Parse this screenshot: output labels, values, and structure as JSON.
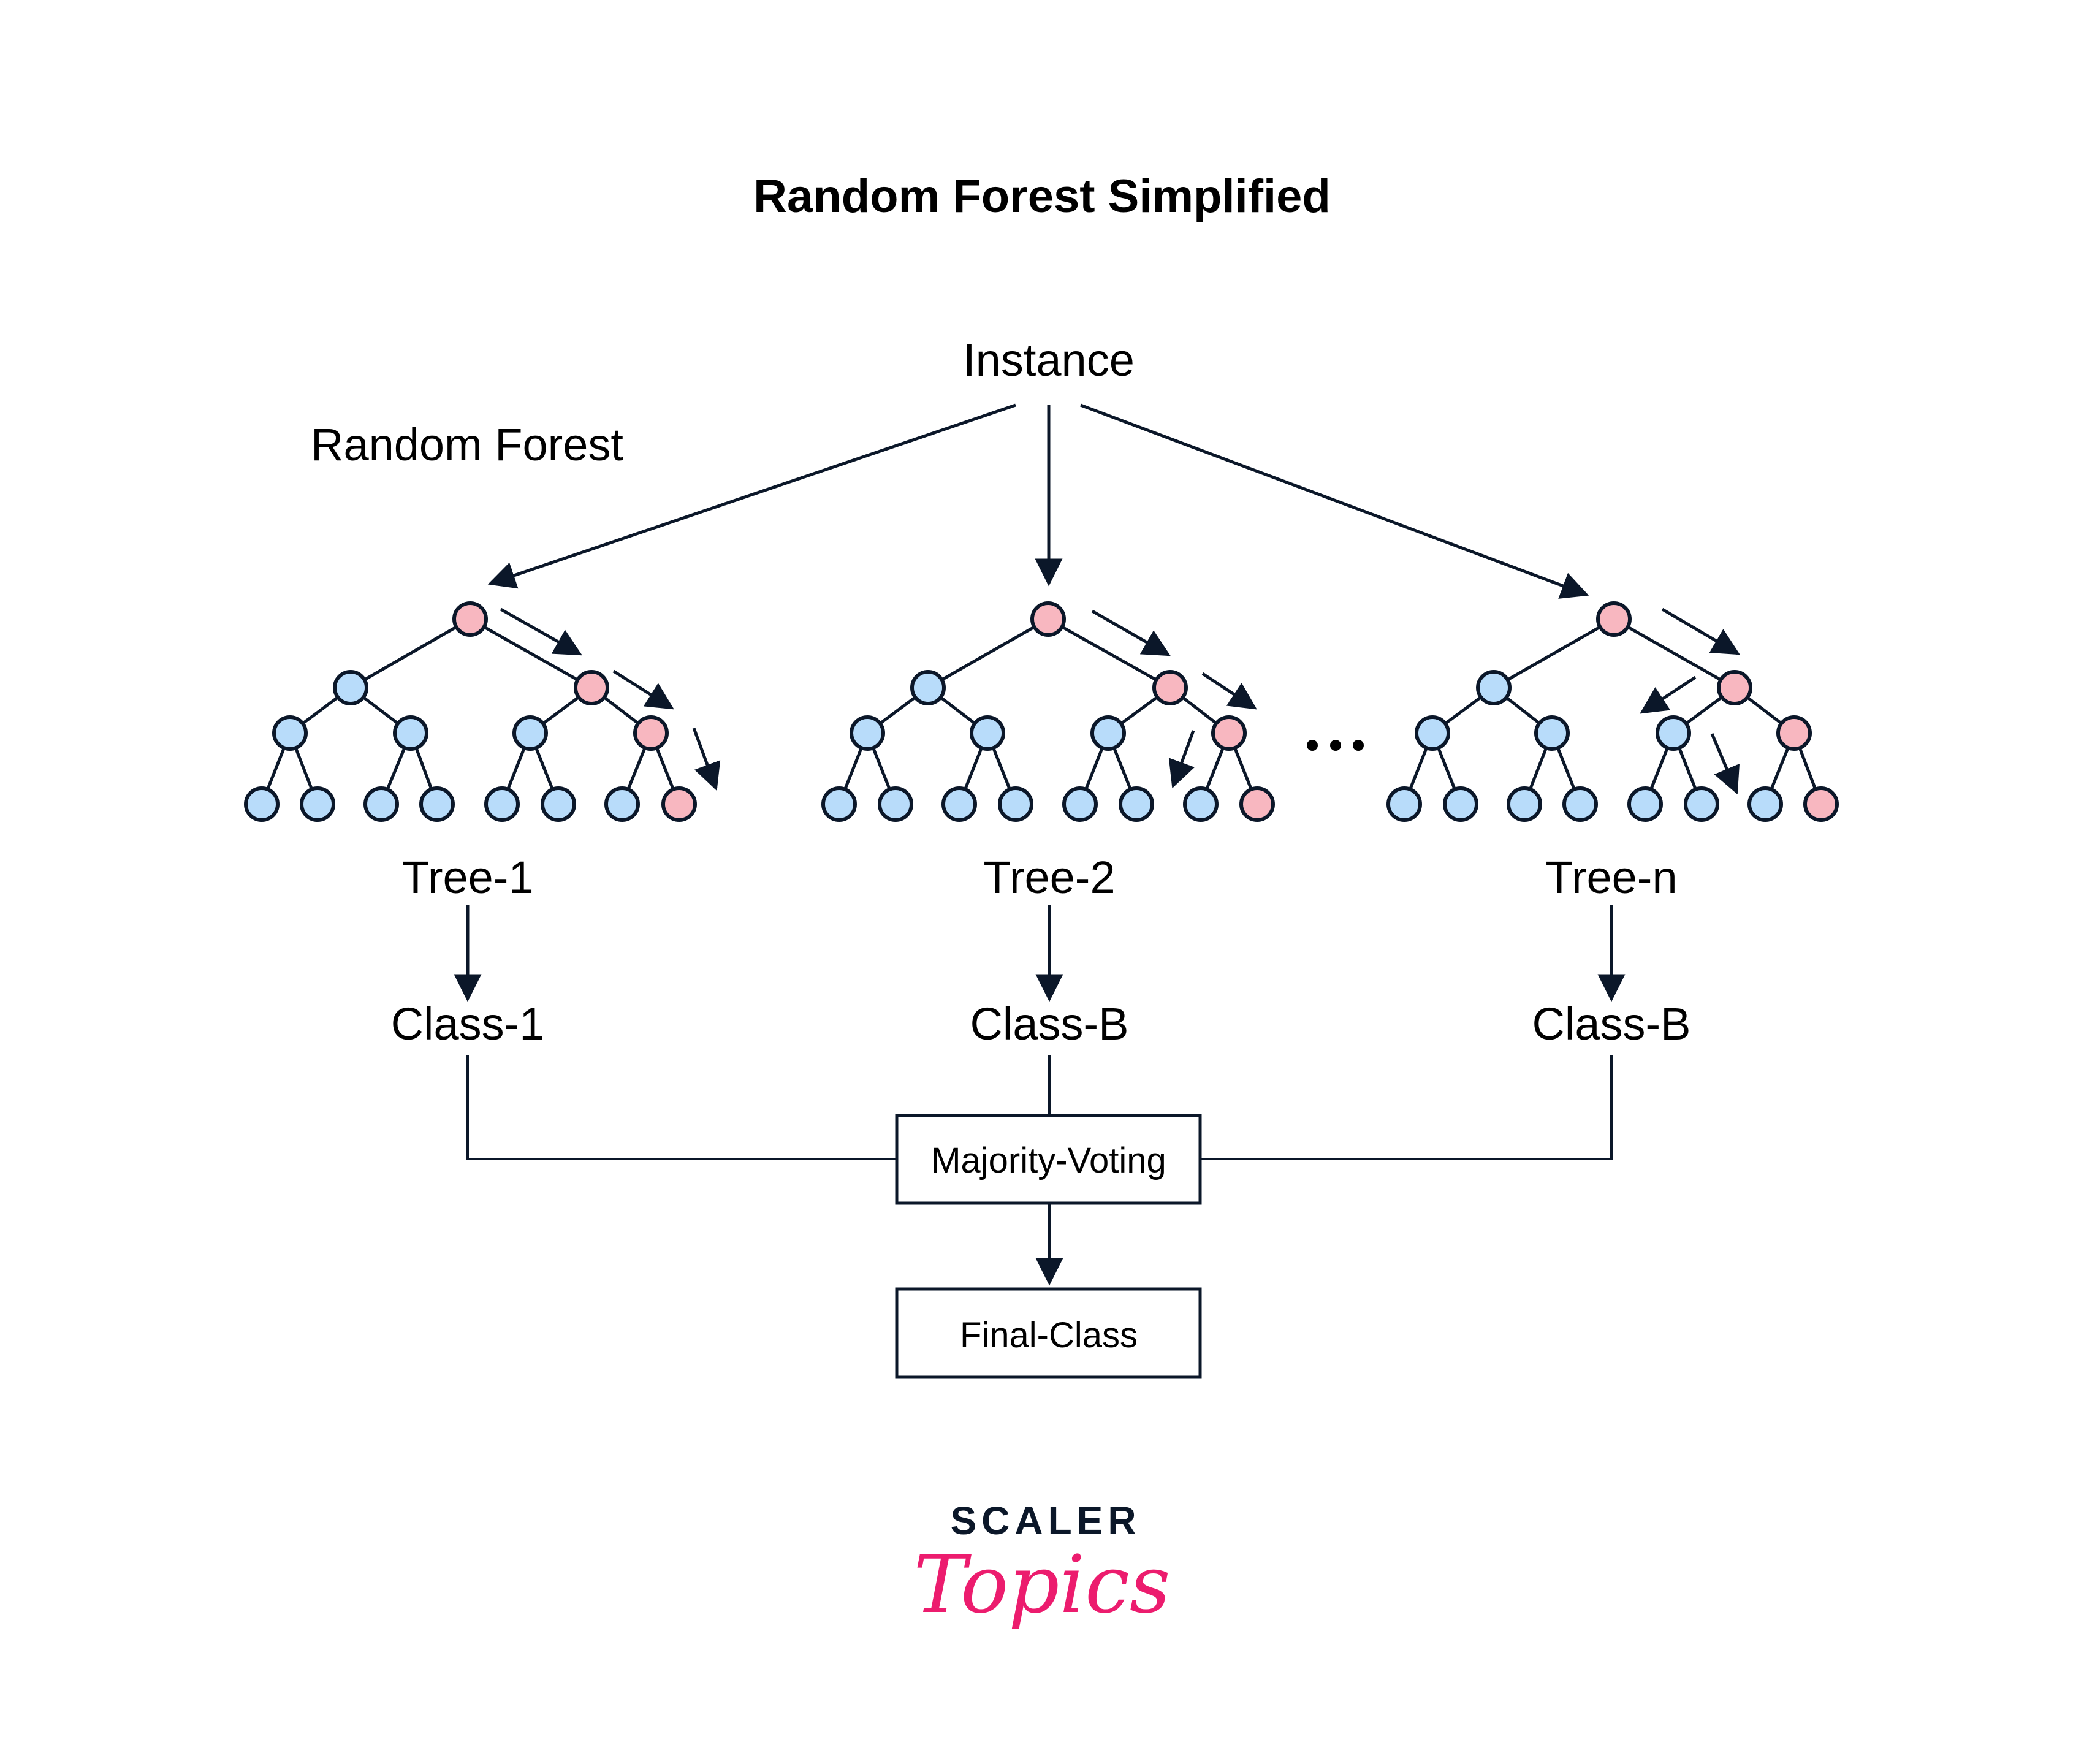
{
  "title": "Random Forest Simplified",
  "instance_label": "Instance",
  "forest_label": "Random Forest",
  "colors": {
    "ink": "#0b1729",
    "node_default": "#b8dcfa",
    "node_path": "#f8b7c0",
    "brand_pink": "#ec1c6e"
  },
  "trees": [
    {
      "label": "Tree-1",
      "class_label": "Class-1",
      "path": [
        "R",
        "R",
        "R"
      ],
      "highlighted_leaf": 7
    },
    {
      "label": "Tree-2",
      "class_label": "Class-B",
      "path": [
        "R",
        "R",
        "R"
      ],
      "highlighted_leaf": 7
    },
    {
      "label": "Tree-n",
      "class_label": "Class-B",
      "path": [
        "R",
        "R",
        "R"
      ],
      "highlighted_leaf": 7
    }
  ],
  "ellipsis": "...",
  "voting_box": "Majority-Voting",
  "final_box": "Final-Class",
  "logo": {
    "line1": "SCALER",
    "line2": "Topics"
  }
}
